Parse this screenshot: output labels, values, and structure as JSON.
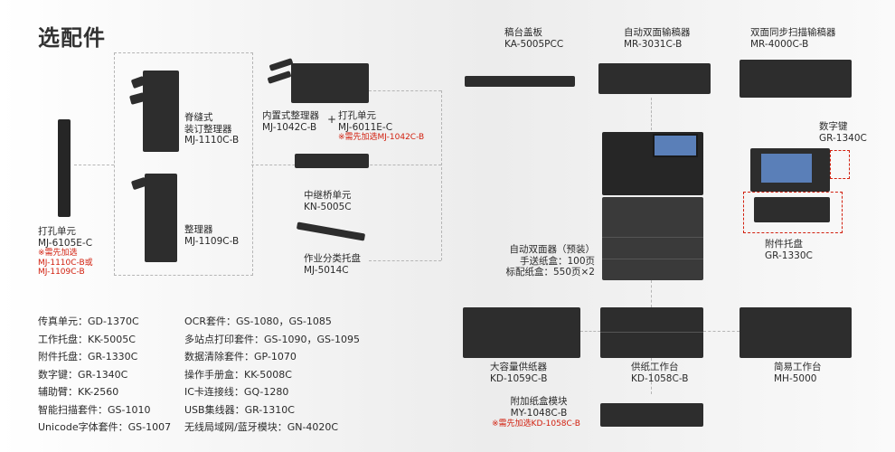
{
  "title": "选配件",
  "items": {
    "hole_punch_left": {
      "name": "打孔单元",
      "model": "MJ-6105E-C",
      "note": [
        "※需先加选",
        "MJ-1110C-B或",
        "MJ-1109C-B"
      ]
    },
    "saddle_finisher": {
      "name": [
        "脊缝式",
        "装订整理器"
      ],
      "model": "MJ-1110C-B"
    },
    "finisher": {
      "name": "整理器",
      "model": "MJ-1109C-B"
    },
    "inner_finisher": {
      "name": "内置式整理器",
      "model": "MJ-1042C-B",
      "plus": "+"
    },
    "hole_punch_inner": {
      "name": "打孔单元",
      "model": "MJ-6011E-C",
      "note": "※需先加选MJ-1042C-B"
    },
    "bridge_kit": {
      "name": "中继桥单元",
      "model": "KN-5005C"
    },
    "job_separator": {
      "name": "作业分类托盘",
      "model": "MJ-5014C"
    },
    "platen_cover": {
      "name": "稿台盖板",
      "model": "KA-5005PCC"
    },
    "radf": {
      "name": "自动双面输稿器",
      "model": "MR-3031C-B"
    },
    "dsdf": {
      "name": "双面同步扫描输稿器",
      "model": "MR-4000C-B"
    },
    "keypad": {
      "name": "数字键",
      "model": "GR-1340C"
    },
    "work_tray": {
      "name": "附件托盘",
      "model": "GR-1330C"
    },
    "main_unit": {
      "line1": "自动双面器（预装）",
      "line2": "手送纸盒：100页",
      "line3": "标配纸盒：550页×2"
    },
    "lcf": {
      "name": "大容量供纸器",
      "model": "KD-1059C-B"
    },
    "paper_feed": {
      "name": "供纸工作台",
      "model": "KD-1058C-B"
    },
    "simple_stand": {
      "name": "简易工作台",
      "model": "MH-5000"
    },
    "drawer_module": {
      "name": "附加纸盒模块",
      "model": "MY-1048C-B",
      "note": "※需先加选KD-1058C-B"
    }
  },
  "list_left": [
    "传真单元：GD-1370C",
    "工作托盘：KK-5005C",
    "附件托盘：GR-1330C",
    "数字键：GR-1340C",
    "辅助臂：KK-2560",
    "智能扫描套件：GS-1010",
    "Unicode字体套件：GS-1007"
  ],
  "list_right": [
    "OCR套件：GS-1080，GS-1085",
    "多站点打印套件：GS-1090，GS-1095",
    "数据清除套件：GP-1070",
    "操作手册盒：KK-5008C",
    "IC卡连接线：GQ-1280",
    "USB集线器：GR-1310C",
    "无线局域网/蓝牙模块：GN-4020C"
  ],
  "colors": {
    "accent_red": "#d2200f",
    "device_dark": "#2d2d2d",
    "text": "#2a2a2a"
  }
}
